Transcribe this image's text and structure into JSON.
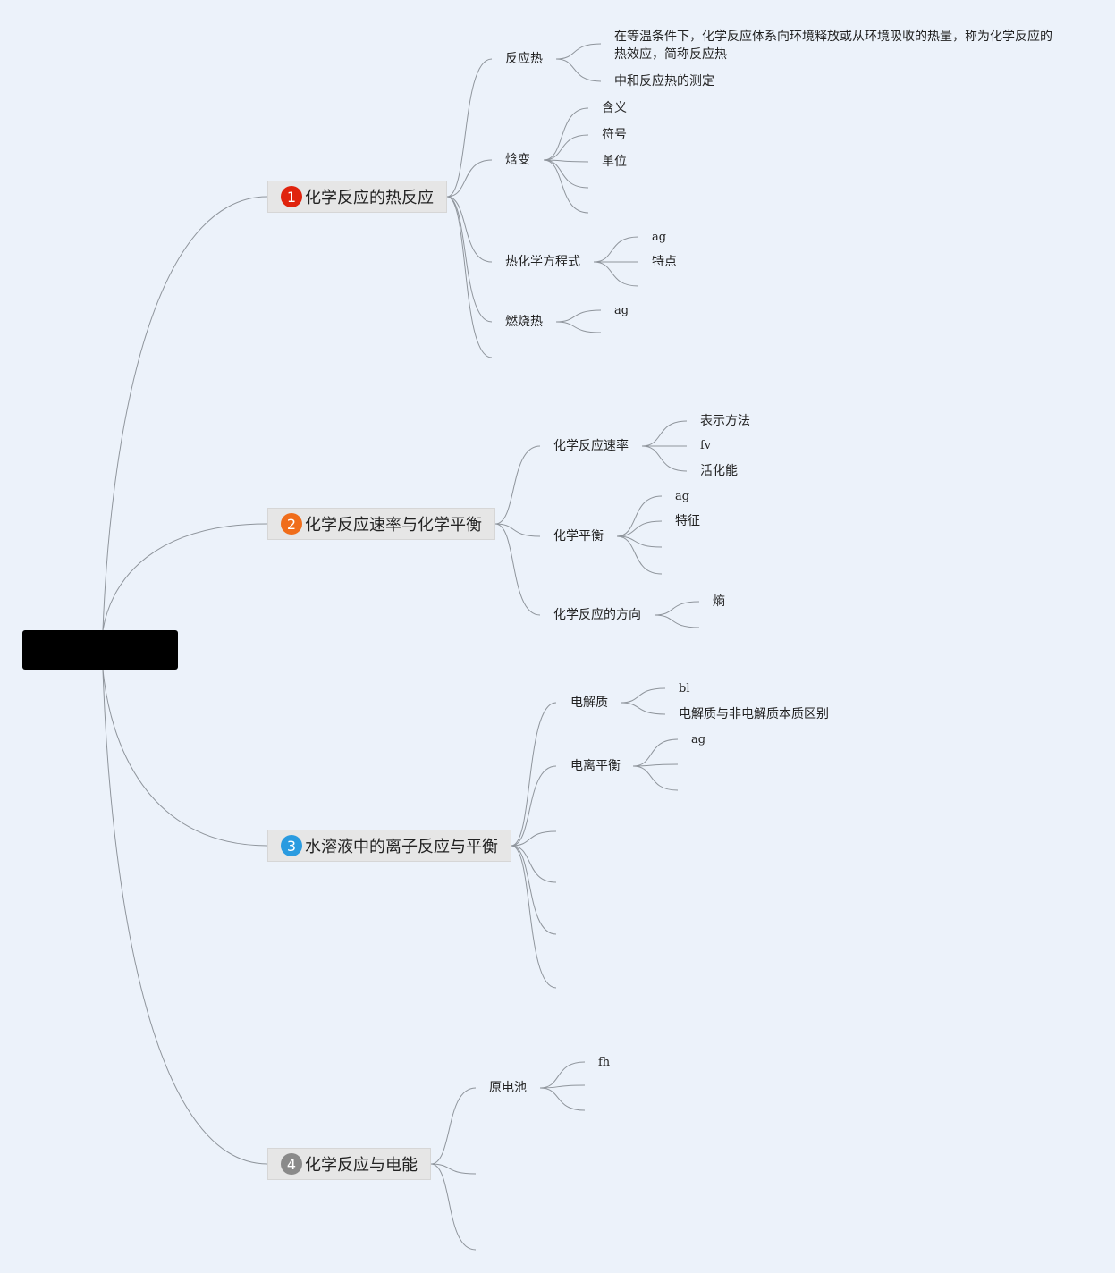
{
  "colors": {
    "background": "#ecf2fa",
    "connector": "#8f959c",
    "badge_1": "#e0230d",
    "badge_2": "#f06d1b",
    "badge_3": "#2a9be0",
    "badge_4": "#8a8a8a"
  },
  "root": {
    "label": ""
  },
  "branches": [
    {
      "badge": "1",
      "title": "化学反应的热反应",
      "children": [
        {
          "label": "反应热",
          "children": [
            "在等温条件下，化学反应体系向环境释放或从环境吸收的热量，称为化学反应的热效应，简称反应热",
            "中和反应热的测定"
          ]
        },
        {
          "label": "焓变",
          "children": [
            "含义",
            "符号",
            "单位",
            "",
            ""
          ]
        },
        {
          "label": "热化学方程式",
          "children": [
            "ag",
            "特点",
            ""
          ]
        },
        {
          "label": "燃烧热",
          "children": [
            "ag",
            ""
          ]
        },
        {
          "label": "",
          "children": []
        }
      ]
    },
    {
      "badge": "2",
      "title": "化学反应速率与化学平衡",
      "children": [
        {
          "label": "化学反应速率",
          "children": [
            "表示方法",
            "fv",
            "活化能"
          ]
        },
        {
          "label": "化学平衡",
          "children": [
            "ag",
            "特征",
            "",
            ""
          ]
        },
        {
          "label": "化学反应的方向",
          "children": [
            "熵",
            ""
          ]
        }
      ]
    },
    {
      "badge": "3",
      "title": "水溶液中的离子反应与平衡",
      "children": [
        {
          "label": "电解质",
          "children": [
            "bl",
            "电解质与非电解质本质区别"
          ]
        },
        {
          "label": "电离平衡",
          "children": [
            "ag",
            "",
            ""
          ]
        },
        {
          "label": "",
          "children": []
        },
        {
          "label": "",
          "children": []
        },
        {
          "label": "",
          "children": []
        },
        {
          "label": "",
          "children": []
        }
      ]
    },
    {
      "badge": "4",
      "title": "化学反应与电能",
      "children": [
        {
          "label": "原电池",
          "children": [
            "fh",
            "",
            ""
          ]
        },
        {
          "label": "",
          "children": []
        },
        {
          "label": "",
          "children": []
        }
      ]
    }
  ]
}
